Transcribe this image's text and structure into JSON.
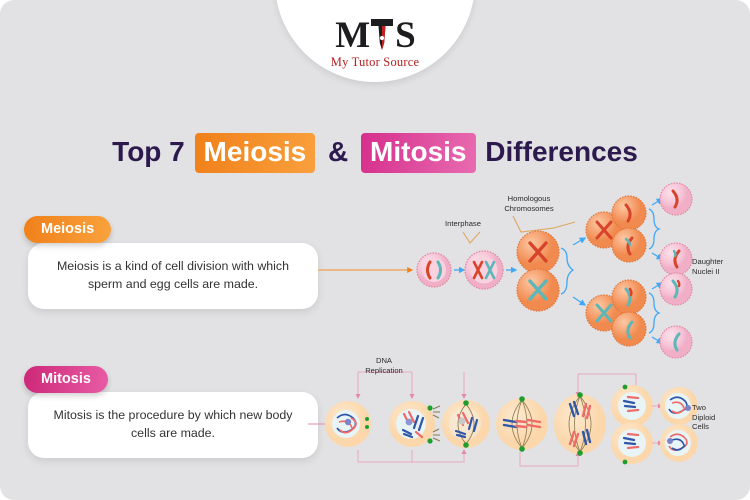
{
  "logo": {
    "mark_left": "M",
    "mark_middle_icon": "pen-nib-icon",
    "mark_right": "S",
    "tagline": "My Tutor Source"
  },
  "title": {
    "prefix": "Top 7",
    "highlight_one": "Meiosis",
    "conjunction": "&",
    "highlight_two": "Mitosis",
    "suffix": "Differences"
  },
  "sections": [
    {
      "pill": "Meiosis",
      "description": "Meiosis is a kind of cell division with which sperm and egg cells are made.",
      "accent": "#f0801a"
    },
    {
      "pill": "Mitosis",
      "description": "Mitosis is the procedure by which new body cells are made.",
      "accent": "#d9368a"
    }
  ],
  "meiosis_diagram": {
    "labels": {
      "interphase": "Interphase",
      "homologous": "Homologous\nChromosomes",
      "daughter": "Daughter\nNuclei II"
    }
  },
  "mitosis_diagram": {
    "labels": {
      "dna_replication": "DNA\nReplication",
      "two_diploid": "Two\nDiploid\nCells"
    }
  },
  "colors": {
    "background": "#e2e2e4",
    "title_text": "#2c1a4f",
    "orange": "#f0801a",
    "pink": "#d9368a",
    "cell_orange": "#f4955a",
    "cell_pink": "#f3b9cd",
    "chromosome_red": "#d8442a",
    "chromosome_teal": "#5cb7b8",
    "arrow_blue": "#3fa9f5",
    "mitosis_cell": "#fcdcb4",
    "mitosis_red": "#ef6a6a",
    "mitosis_blue": "#2f56a8",
    "mitosis_green": "#1f9e2f"
  }
}
